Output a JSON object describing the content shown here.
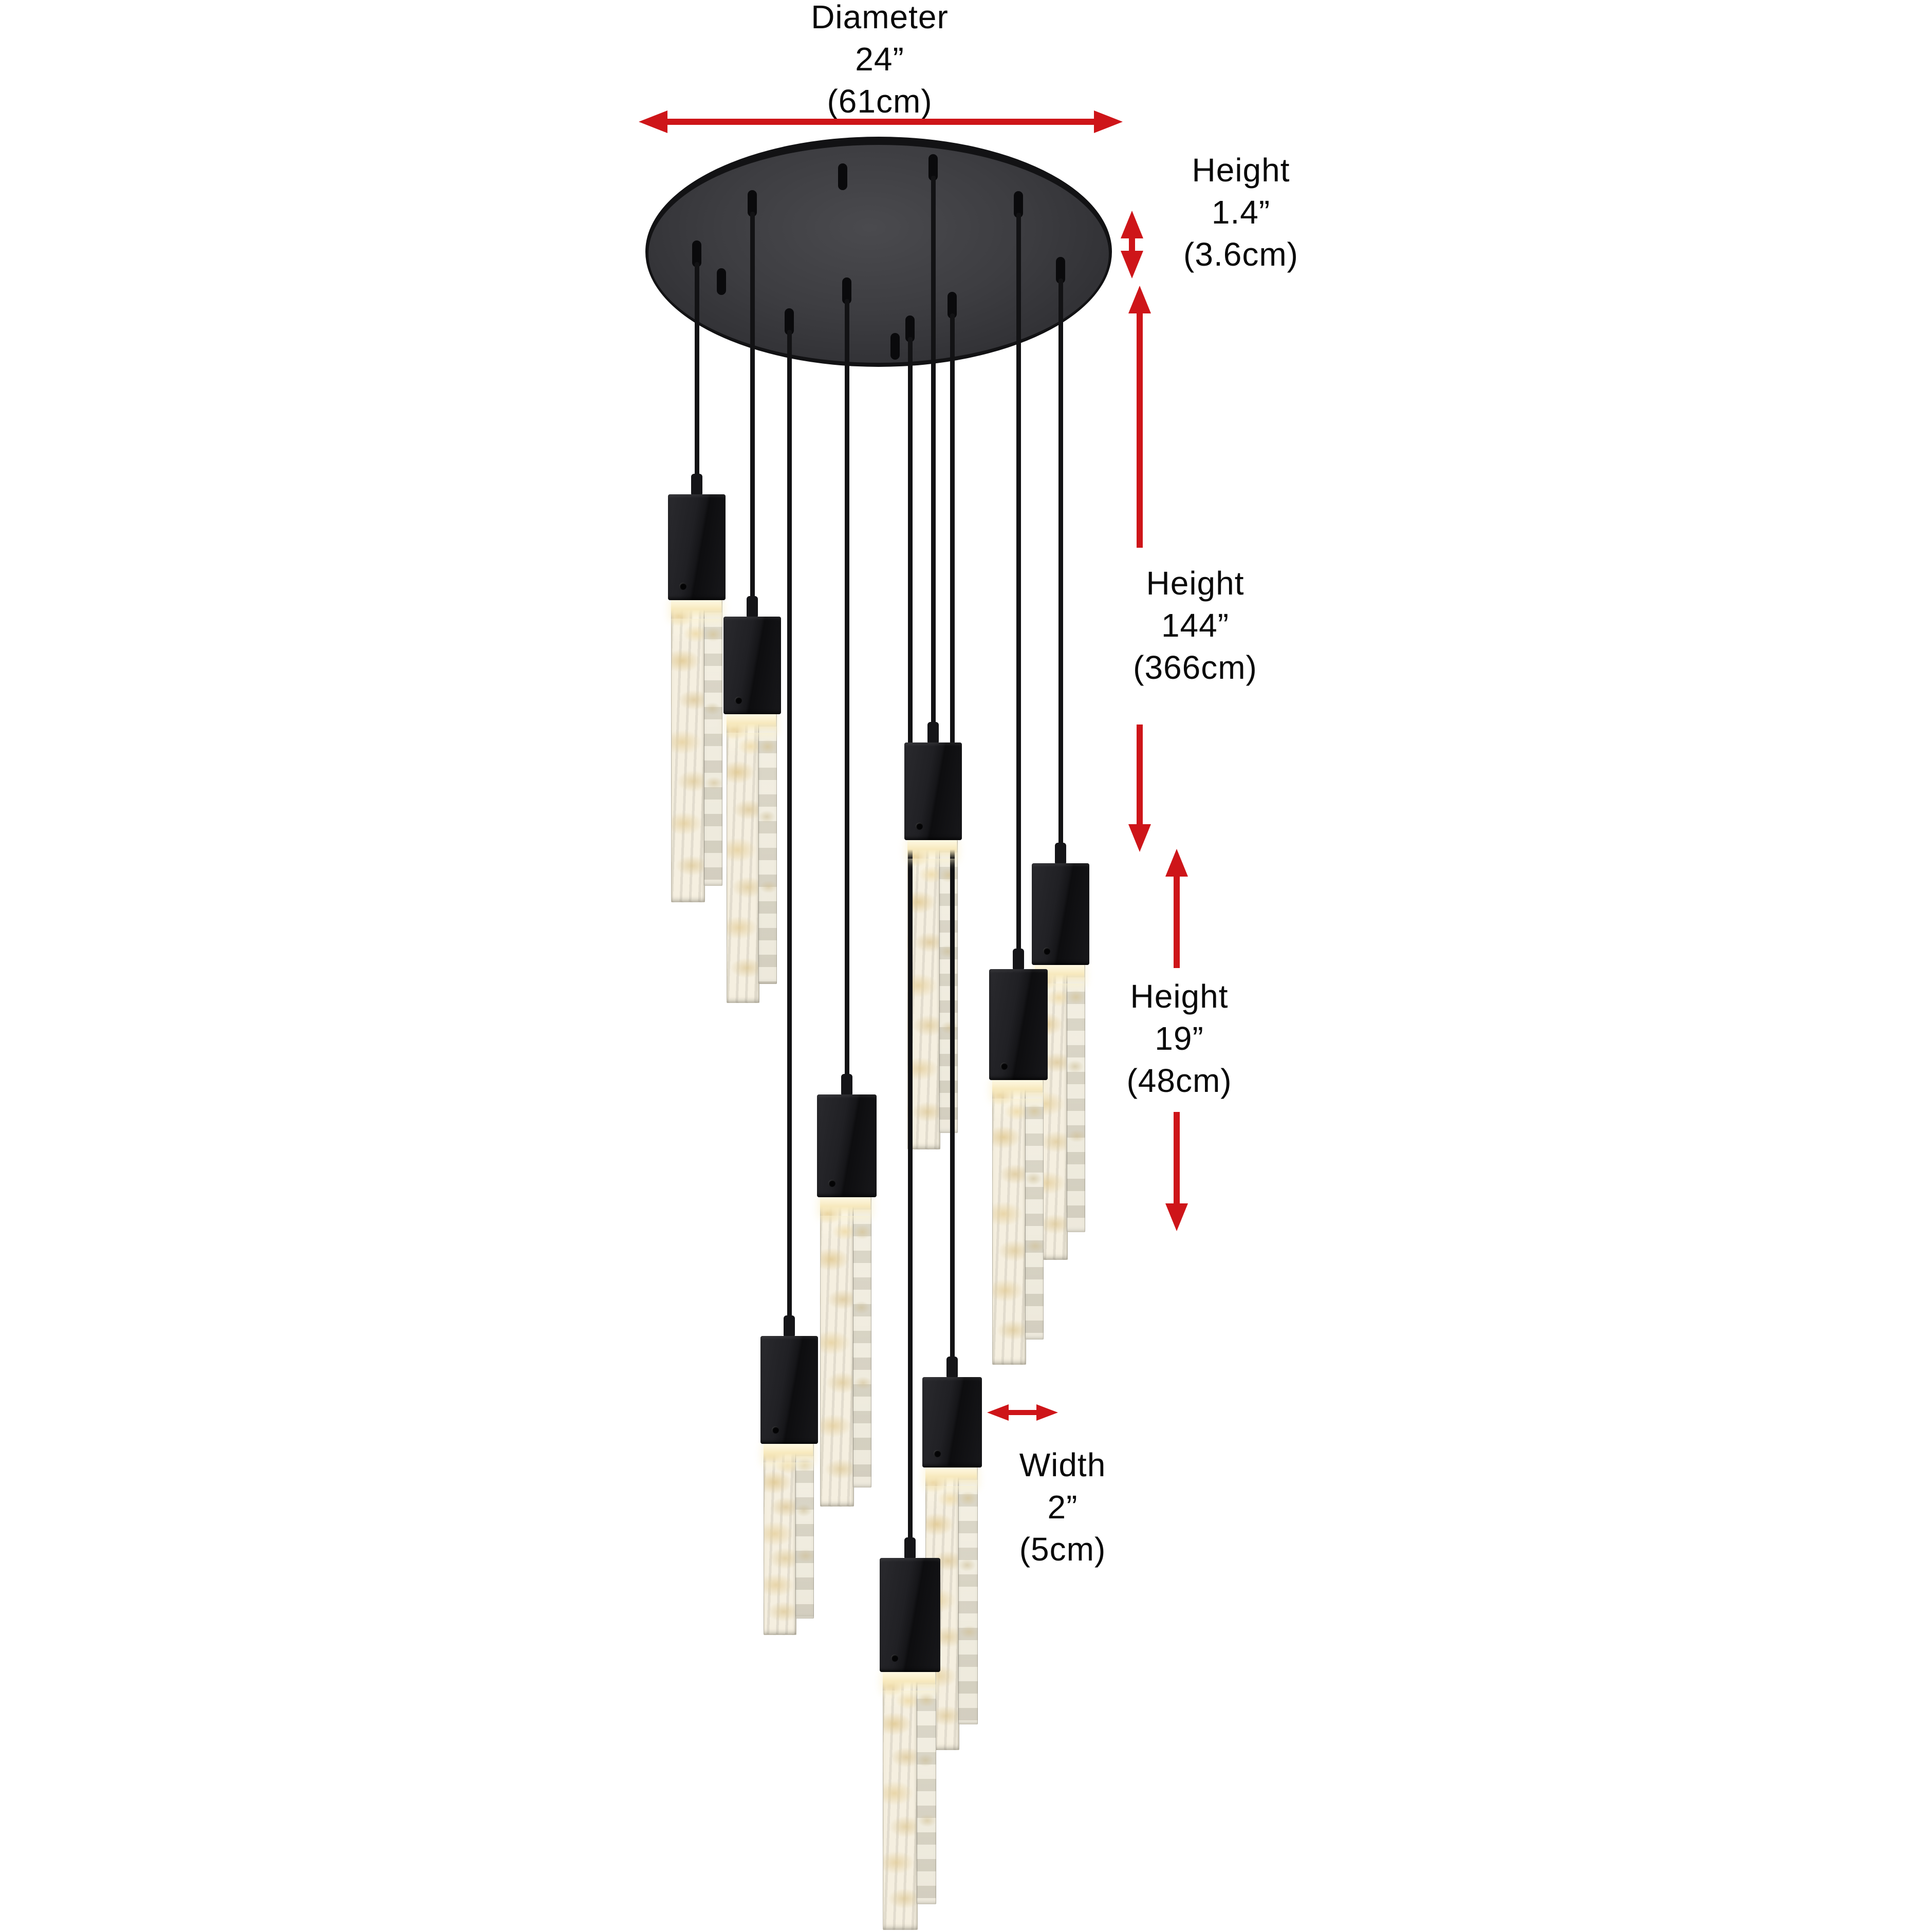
{
  "page": {
    "background": "#ffffff",
    "kind": "product-dimension-diagram"
  },
  "fixture": {
    "canopy_shape": "round",
    "pendant_count": 9,
    "cord_count": 9,
    "colors": {
      "canopy": "#3a3a3e",
      "cap": "#161619",
      "cord": "#121214",
      "crystal": "#f5efe0",
      "glow": "#f7e9bd"
    }
  },
  "annotations": {
    "arrow_color": "#ce1519",
    "text_color": "#0a0a0a",
    "diameter": {
      "lines": [
        "Diameter",
        "24”",
        "(61cm)"
      ]
    },
    "canopy_height": {
      "lines": [
        "Height",
        "1.4”",
        "(3.6cm)"
      ]
    },
    "drop_height": {
      "lines": [
        "Height",
        "144”",
        "(366cm)"
      ]
    },
    "pendant_height": {
      "lines": [
        "Height",
        "19”",
        "(48cm)"
      ]
    },
    "pendant_width": {
      "lines": [
        "Width",
        "2”",
        "(5cm)"
      ]
    }
  }
}
